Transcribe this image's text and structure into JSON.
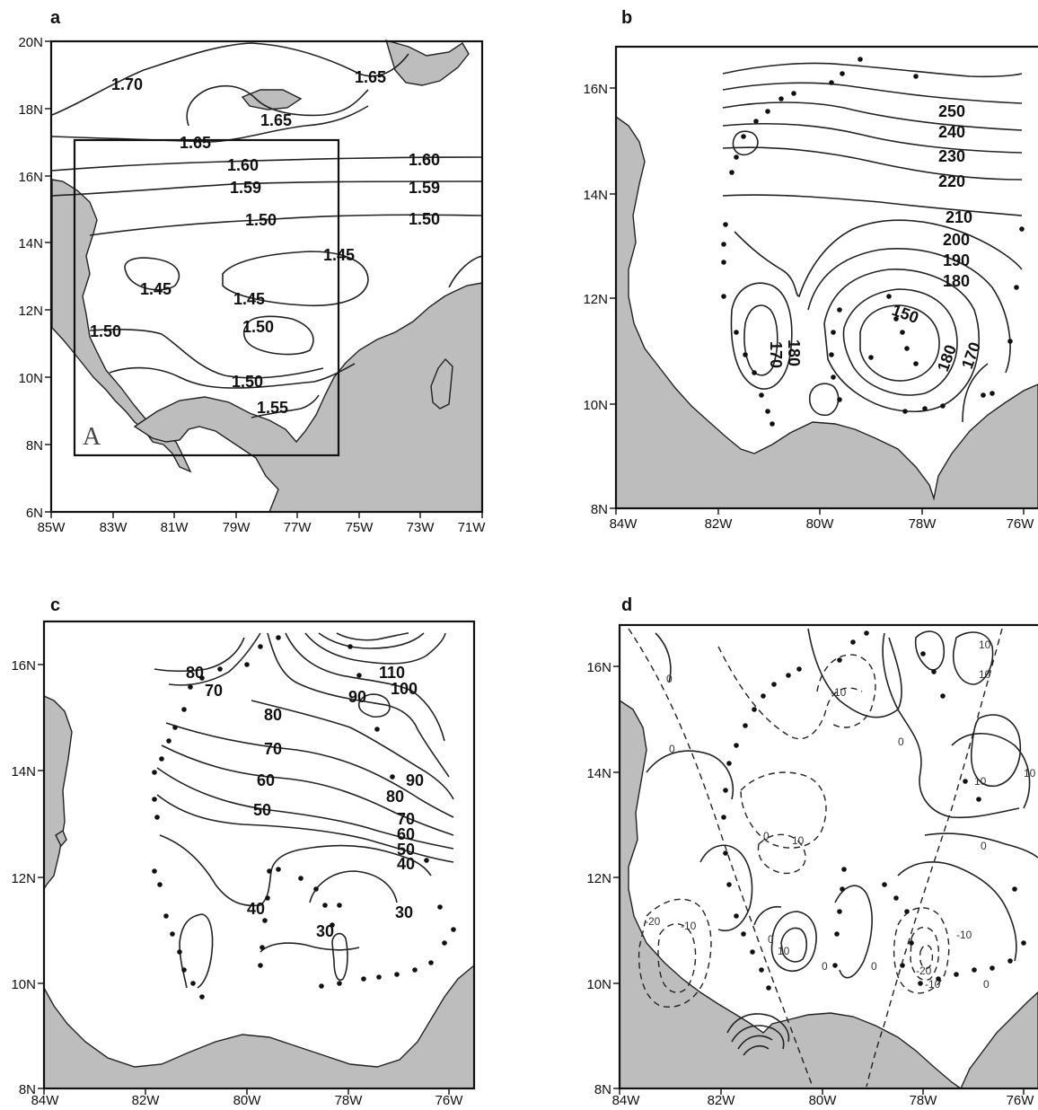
{
  "panels": {
    "a": {
      "letter": "a",
      "lat_ticks": [
        "20N",
        "18N",
        "16N",
        "14N",
        "12N",
        "10N",
        "8N",
        "6N"
      ],
      "lon_ticks": [
        "85W",
        "83W",
        "81W",
        "79W",
        "77W",
        "75W",
        "73W",
        "71W"
      ],
      "box_label": "A",
      "contour_labels": [
        "1.70",
        "1.65",
        "1.65",
        "1.65",
        "1.60",
        "1.60",
        "1.59",
        "1.59",
        "1.50",
        "1.50",
        "1.45",
        "1.45",
        "1.45",
        "1.50",
        "1.50",
        "1.50",
        "1.55"
      ]
    },
    "b": {
      "letter": "b",
      "lat_ticks": [
        "16N",
        "14N",
        "12N",
        "10N",
        "8N"
      ],
      "lon_ticks": [
        "84W",
        "82W",
        "80W",
        "78W",
        "76W"
      ],
      "contour_labels": [
        "250",
        "240",
        "230",
        "220",
        "210",
        "200",
        "190",
        "180",
        "150",
        "180",
        "170",
        "180",
        "170"
      ]
    },
    "c": {
      "letter": "c",
      "lat_ticks": [
        "16N",
        "14N",
        "12N",
        "10N",
        "8N"
      ],
      "lon_ticks": [
        "84W",
        "82W",
        "80W",
        "78W",
        "76W"
      ],
      "contour_labels": [
        "80",
        "70",
        "110",
        "100",
        "90",
        "80",
        "70",
        "60",
        "50",
        "90",
        "80",
        "70",
        "60",
        "50",
        "40",
        "40",
        "30",
        "30"
      ]
    },
    "d": {
      "letter": "d",
      "lat_ticks": [
        "16N",
        "14N",
        "12N",
        "10N",
        "8N"
      ],
      "lon_ticks": [
        "84W",
        "82W",
        "80W",
        "78W",
        "76W"
      ],
      "contour_labels": [
        "0",
        "-10",
        "0",
        "10",
        "10",
        "0",
        "10",
        "10",
        "0",
        "0",
        "10",
        "-20",
        "-10",
        "0",
        "10",
        "0",
        "0",
        "-10",
        "-20",
        "-10",
        "0"
      ]
    }
  }
}
